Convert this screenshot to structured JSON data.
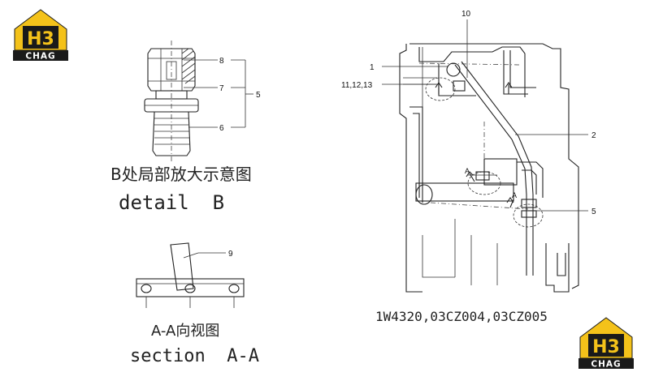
{
  "logo": {
    "top_text": "H3",
    "bottom_text": "CHAG",
    "color": "#f4c21a",
    "dark": "#1a1a1a"
  },
  "detail_b": {
    "callouts": [
      "8",
      "7",
      "6",
      "5"
    ],
    "caption_cn": "B处局部放大示意图",
    "caption_en": "detail  B"
  },
  "section_aa": {
    "callouts": [
      "9"
    ],
    "caption_cn": "A-A向视图",
    "caption_en": "section  A-A"
  },
  "assembly": {
    "callouts": [
      "10",
      "1",
      "11,12,13",
      "2",
      "5"
    ],
    "view_marks": [
      "A",
      "A"
    ],
    "part_numbers": "1W4320,03CZ004,03CZ005"
  }
}
